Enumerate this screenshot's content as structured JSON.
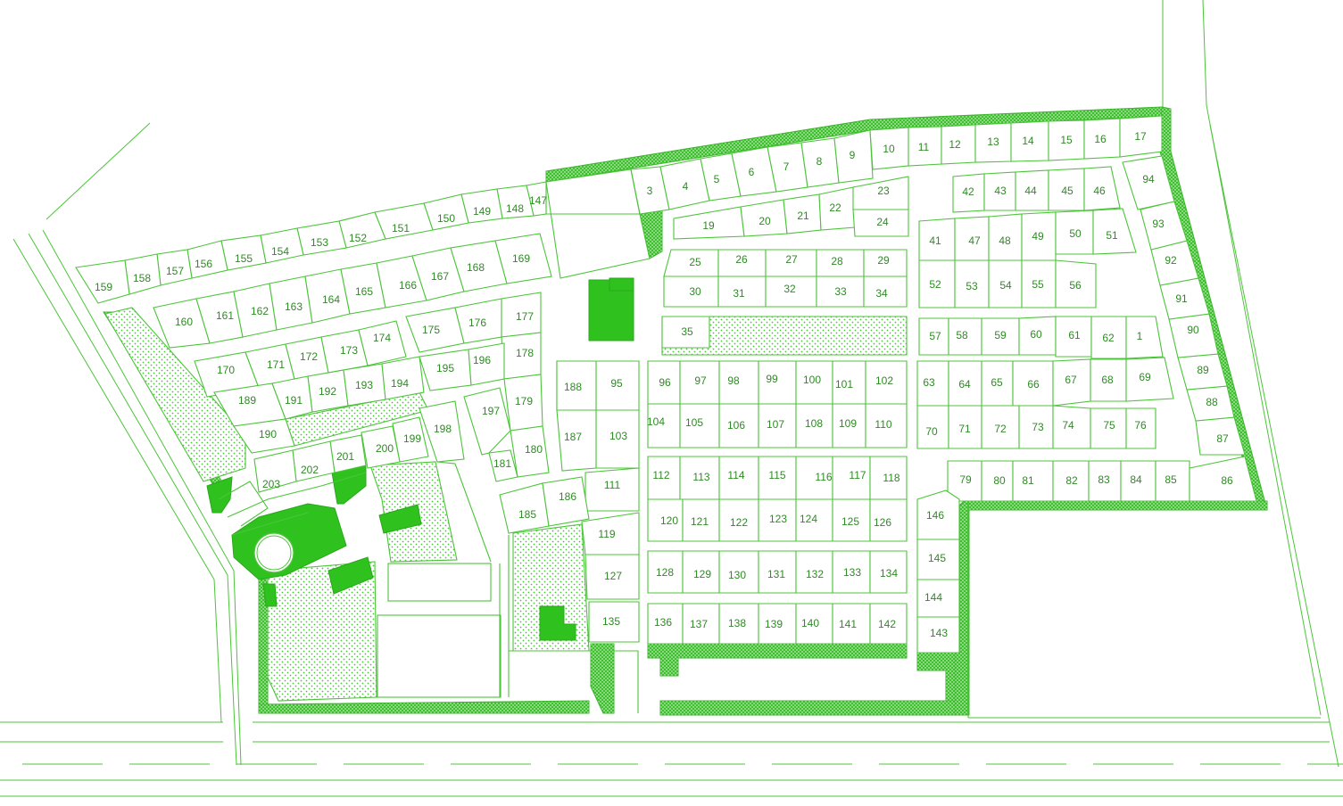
{
  "map": {
    "colors": {
      "line": "#4cc43a",
      "fill": "#2fc21f",
      "text": "#2f8a25",
      "background": "#ffffff"
    },
    "plots": [
      {
        "id": "1"
      },
      {
        "id": "3"
      },
      {
        "id": "4"
      },
      {
        "id": "5"
      },
      {
        "id": "6"
      },
      {
        "id": "7"
      },
      {
        "id": "8"
      },
      {
        "id": "9"
      },
      {
        "id": "10"
      },
      {
        "id": "11"
      },
      {
        "id": "12"
      },
      {
        "id": "13"
      },
      {
        "id": "14"
      },
      {
        "id": "15"
      },
      {
        "id": "16"
      },
      {
        "id": "17"
      },
      {
        "id": "19"
      },
      {
        "id": "20"
      },
      {
        "id": "21"
      },
      {
        "id": "22"
      },
      {
        "id": "23"
      },
      {
        "id": "24"
      },
      {
        "id": "25"
      },
      {
        "id": "26"
      },
      {
        "id": "27"
      },
      {
        "id": "28"
      },
      {
        "id": "29"
      },
      {
        "id": "30"
      },
      {
        "id": "31"
      },
      {
        "id": "32"
      },
      {
        "id": "33"
      },
      {
        "id": "34"
      },
      {
        "id": "35"
      },
      {
        "id": "42"
      },
      {
        "id": "43"
      },
      {
        "id": "44"
      },
      {
        "id": "45"
      },
      {
        "id": "46"
      },
      {
        "id": "41"
      },
      {
        "id": "47"
      },
      {
        "id": "48"
      },
      {
        "id": "49"
      },
      {
        "id": "50"
      },
      {
        "id": "51"
      },
      {
        "id": "52"
      },
      {
        "id": "53"
      },
      {
        "id": "54"
      },
      {
        "id": "55"
      },
      {
        "id": "56"
      },
      {
        "id": "57"
      },
      {
        "id": "58"
      },
      {
        "id": "59"
      },
      {
        "id": "60"
      },
      {
        "id": "61"
      },
      {
        "id": "62"
      },
      {
        "id": "63"
      },
      {
        "id": "64"
      },
      {
        "id": "65"
      },
      {
        "id": "66"
      },
      {
        "id": "67"
      },
      {
        "id": "68"
      },
      {
        "id": "69"
      },
      {
        "id": "70"
      },
      {
        "id": "71"
      },
      {
        "id": "72"
      },
      {
        "id": "73"
      },
      {
        "id": "74"
      },
      {
        "id": "75"
      },
      {
        "id": "76"
      },
      {
        "id": "79"
      },
      {
        "id": "80"
      },
      {
        "id": "81"
      },
      {
        "id": "82"
      },
      {
        "id": "83"
      },
      {
        "id": "84"
      },
      {
        "id": "85"
      },
      {
        "id": "86"
      },
      {
        "id": "87"
      },
      {
        "id": "88"
      },
      {
        "id": "89"
      },
      {
        "id": "90"
      },
      {
        "id": "91"
      },
      {
        "id": "92"
      },
      {
        "id": "93"
      },
      {
        "id": "94"
      },
      {
        "id": "95"
      },
      {
        "id": "96"
      },
      {
        "id": "97"
      },
      {
        "id": "98"
      },
      {
        "id": "99"
      },
      {
        "id": "100"
      },
      {
        "id": "101"
      },
      {
        "id": "102"
      },
      {
        "id": "103"
      },
      {
        "id": "104"
      },
      {
        "id": "105"
      },
      {
        "id": "106"
      },
      {
        "id": "107"
      },
      {
        "id": "108"
      },
      {
        "id": "109"
      },
      {
        "id": "110"
      },
      {
        "id": "111"
      },
      {
        "id": "112"
      },
      {
        "id": "113"
      },
      {
        "id": "114"
      },
      {
        "id": "115"
      },
      {
        "id": "116"
      },
      {
        "id": "117"
      },
      {
        "id": "118"
      },
      {
        "id": "119"
      },
      {
        "id": "120"
      },
      {
        "id": "121"
      },
      {
        "id": "122"
      },
      {
        "id": "123"
      },
      {
        "id": "124"
      },
      {
        "id": "125"
      },
      {
        "id": "126"
      },
      {
        "id": "127"
      },
      {
        "id": "128"
      },
      {
        "id": "129"
      },
      {
        "id": "130"
      },
      {
        "id": "131"
      },
      {
        "id": "132"
      },
      {
        "id": "133"
      },
      {
        "id": "134"
      },
      {
        "id": "135"
      },
      {
        "id": "136"
      },
      {
        "id": "137"
      },
      {
        "id": "138"
      },
      {
        "id": "139"
      },
      {
        "id": "140"
      },
      {
        "id": "141"
      },
      {
        "id": "142"
      },
      {
        "id": "143"
      },
      {
        "id": "144"
      },
      {
        "id": "145"
      },
      {
        "id": "146"
      },
      {
        "id": "147"
      },
      {
        "id": "148"
      },
      {
        "id": "149"
      },
      {
        "id": "150"
      },
      {
        "id": "151"
      },
      {
        "id": "152"
      },
      {
        "id": "153"
      },
      {
        "id": "154"
      },
      {
        "id": "155"
      },
      {
        "id": "156"
      },
      {
        "id": "157"
      },
      {
        "id": "158"
      },
      {
        "id": "159"
      },
      {
        "id": "160"
      },
      {
        "id": "161"
      },
      {
        "id": "162"
      },
      {
        "id": "163"
      },
      {
        "id": "164"
      },
      {
        "id": "165"
      },
      {
        "id": "166"
      },
      {
        "id": "167"
      },
      {
        "id": "168"
      },
      {
        "id": "169"
      },
      {
        "id": "170"
      },
      {
        "id": "171"
      },
      {
        "id": "172"
      },
      {
        "id": "173"
      },
      {
        "id": "174"
      },
      {
        "id": "175"
      },
      {
        "id": "176"
      },
      {
        "id": "177"
      },
      {
        "id": "178"
      },
      {
        "id": "179"
      },
      {
        "id": "180"
      },
      {
        "id": "181"
      },
      {
        "id": "185"
      },
      {
        "id": "186"
      },
      {
        "id": "187"
      },
      {
        "id": "188"
      },
      {
        "id": "189"
      },
      {
        "id": "190"
      },
      {
        "id": "191"
      },
      {
        "id": "192"
      },
      {
        "id": "193"
      },
      {
        "id": "194"
      },
      {
        "id": "195"
      },
      {
        "id": "196"
      },
      {
        "id": "197"
      },
      {
        "id": "198"
      },
      {
        "id": "199"
      },
      {
        "id": "200"
      },
      {
        "id": "201"
      },
      {
        "id": "202"
      },
      {
        "id": "203"
      }
    ]
  }
}
